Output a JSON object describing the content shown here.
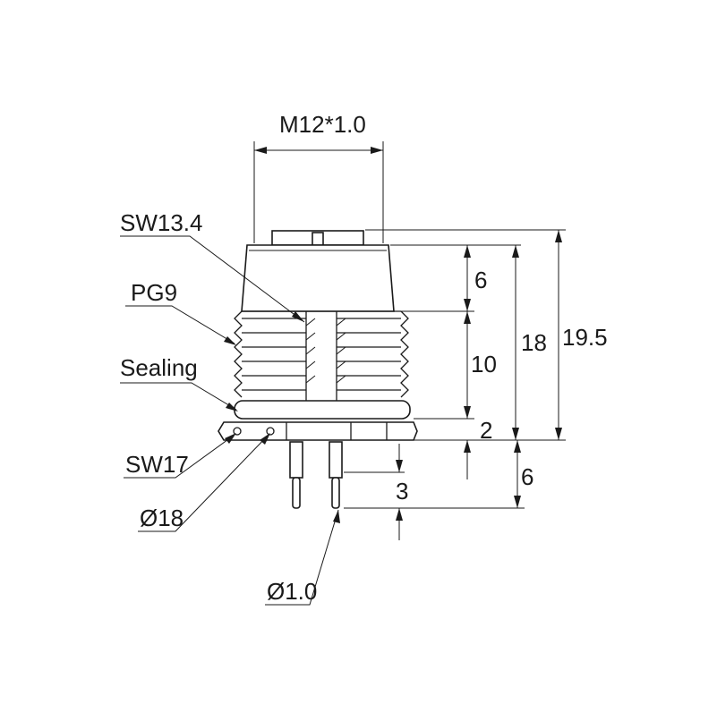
{
  "labels": {
    "thread_size": "M12*1.0",
    "wrench_top": "SW13.4",
    "panel_thread": "PG9",
    "sealing": "Sealing",
    "wrench_nut": "SW17",
    "nut_diameter": "Ø18",
    "pin_diameter": "Ø1.0"
  },
  "dimensions": {
    "top_height": "6",
    "thread_length": "10",
    "nut_thickness": "2",
    "body_height": "18",
    "overall_height": "19.5",
    "pin_offset": "3",
    "pin_length": "6"
  }
}
